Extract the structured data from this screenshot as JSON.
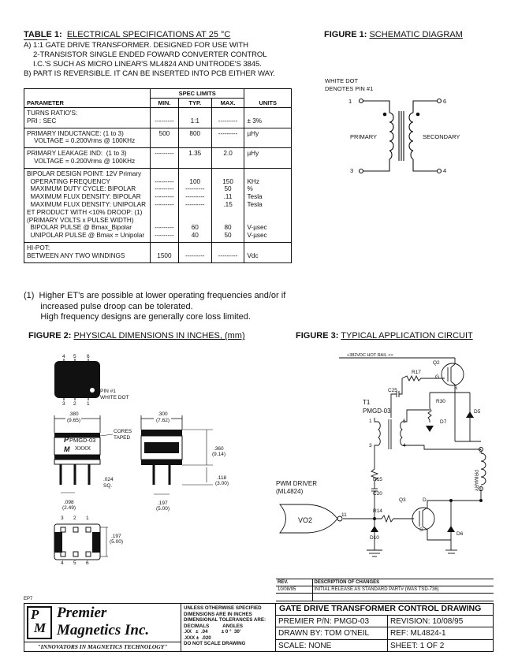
{
  "table1": {
    "title": "TABLE 1:",
    "subtitle": "ELECTRICAL SPECIFICATIONS AT 25 °C",
    "notes": [
      "A) 1:1 GATE DRIVE TRANSFORMER. DESIGNED FOR USE WITH",
      "    2-TRANSISTOR SINGLE ENDED FOWARD CONVERTER CONTROL",
      "    I.C.'S SUCH AS MICRO LINEAR'S ML4824 AND UNITRODE'S 3845.",
      "B) PART IS REVERSIBLE. IT CAN BE INSERTED INTO PCB EITHER WAY."
    ],
    "header": {
      "parameter": "PARAMETER",
      "spec_limits": "SPEC LIMITS",
      "min": "MIN.",
      "typ": "TYP.",
      "max": "MAX.",
      "units": "UNITS"
    },
    "rows": [
      {
        "param": [
          "TURNS RATIO'S:",
          "PRI : SEC"
        ],
        "min": [
          "",
          "---------"
        ],
        "typ": [
          "",
          "1:1"
        ],
        "max": [
          "",
          "---------"
        ],
        "units": [
          "",
          "± 3%"
        ]
      },
      {
        "param": [
          "PRIMARY INDUCTANCE: (1 to 3)",
          "    VOLTAGE = 0.200Vrms @ 100KHz"
        ],
        "min": [
          "500",
          ""
        ],
        "typ": [
          "800",
          ""
        ],
        "max": [
          "---------",
          ""
        ],
        "units": [
          "µHy",
          ""
        ]
      },
      {
        "param": [
          "PRIMARY LEAKAGE IND:  (1 to 3)",
          "    VOLTAGE = 0.200Vrms @ 100KHz"
        ],
        "min": [
          "---------",
          ""
        ],
        "typ": [
          "1.35",
          ""
        ],
        "max": [
          "2.0",
          ""
        ],
        "units": [
          "µHy",
          ""
        ]
      },
      {
        "param": [
          "BIPOLAR DESIGN POINT: 12V Primary",
          "  OPERATING FREQUENCY",
          "  MAXIMUM DUTY CYCLE: BIPOLAR",
          "  MAXIMUM FLUX DENSITY: BIPOLAR",
          "  MAXIMUM FLUX DENSITY: UNIPOLAR",
          "ET PRODUCT WITH <10% DROOP: (1)",
          "(PRIMARY VOLTS x PULSE WIDTH)",
          "  BIPOLAR PULSE @ Bmax_Bipolar",
          "  UNIPOLAR PULSE @ Bmax = Unipolar"
        ],
        "min": [
          "",
          "---------",
          "---------",
          "---------",
          "---------",
          "",
          "",
          "---------",
          "---------"
        ],
        "typ": [
          "",
          "100",
          "---------",
          "---------",
          "---------",
          "",
          "",
          "60",
          "40"
        ],
        "max": [
          "",
          "150",
          "50",
          ".11",
          ".15",
          "",
          "",
          "80",
          "50"
        ],
        "units": [
          "",
          "KHz",
          "%",
          "Tesla",
          "Tesla",
          "",
          "",
          "V-µsec",
          "V-µsec"
        ]
      },
      {
        "param": [
          "HI-POT:",
          "BETWEEN ANY TWO WINDINGS"
        ],
        "min": [
          "",
          "1500"
        ],
        "typ": [
          "",
          "---------"
        ],
        "max": [
          "",
          "---------"
        ],
        "units": [
          "",
          "Vdc"
        ]
      }
    ],
    "footnote": [
      "(1)  Higher ET's are possible at lower operating frequencies and/or if",
      "       increased pulse droop can be tolerated.",
      "       High frequency designs are generally core loss limited."
    ]
  },
  "figure1": {
    "title": "FIGURE 1:",
    "subtitle": "SCHEMATIC DIAGRAM",
    "note_line1": "WHITE DOT",
    "note_line2": "DENOTES PIN #1",
    "pin1": "1",
    "pin3": "3",
    "pin4": "4",
    "pin6": "6",
    "primary": "PRIMARY",
    "secondary": "SECONDARY"
  },
  "figure2": {
    "title": "FIGURE 2:",
    "subtitle": "PHYSICAL DIMENSIONS IN INCHES, (mm)",
    "top_pins": [
      "4",
      "5",
      "6"
    ],
    "bottom_pins": [
      "3",
      "2",
      "1"
    ],
    "pin_note1": "PIN #1",
    "pin_note2": "WHITE DOT",
    "dim_380": ".380",
    "dim_965": "(9.65)",
    "dim_300": ".300",
    "dim_762": "(7.62)",
    "part_no": "PMGD-03",
    "part_code": "XXXX",
    "logo_p": "P",
    "logo_m": "M",
    "cores1": "CORES",
    "cores2": "TAPED",
    "dim_360": ".360",
    "dim_914": "(9.14)",
    "dim_024": ".024",
    "dim_sq": "SQ.",
    "dim_118": ".118",
    "dim_300b": "(3.00)",
    "dim_098": ".098",
    "dim_249": "(2.49)",
    "dim_197": ".197",
    "dim_500": "(5.00)",
    "dim_197b": ".197",
    "dim_500b": "(5.00)"
  },
  "figure3": {
    "title": "FIGURE 3:",
    "subtitle": "TYPICAL APPLICATION CIRCUIT",
    "rail": "+382VDC HOT RAIL >>",
    "q2": "Q2",
    "r17": "R17",
    "c25": "C25",
    "r30": "R30",
    "d5": "D5",
    "d7": "D7",
    "t1": "T1",
    "t1part": "PMGD-03",
    "g": "G",
    "s": "S",
    "d": "D",
    "pin1": "1",
    "pin3": "3",
    "pin4": "4",
    "pin6": "6",
    "pwm1": "PWM DRIVER",
    "pwm2": "(ML4824)",
    "vo2": "VO2",
    "n11": "11",
    "r15": "R15",
    "c20": "C20",
    "r14": "R14",
    "q3": "Q3",
    "d10": "D10",
    "d6": "D6",
    "primary": "PRIMARY",
    "p3": "3",
    "p1": "1"
  },
  "revisions": {
    "col_rev": "REV.",
    "col_desc": "DESCRIPTION OF CHANGES",
    "row_date": "10/08/95",
    "row_desc": "INITIAL RELEASE AS STANDARD PART# (WAS TSD-736)"
  },
  "sheet_code": "EP7",
  "logo": {
    "p": "P",
    "m": "M",
    "name1": "Premier",
    "name2": "Magnetics Inc.",
    "tagline": "\"INNOVATORS IN MAGNETICS TECHNOLOGY\""
  },
  "tolerances": [
    "UNLESS OTHERWISE SPECIFIED",
    "DIMENSIONS ARE IN INCHES",
    "DIMENSIONAL TOLERANCES ARE:",
    "DECIMALS          ANGLES",
    ".XX   ±  .04          ± 0 °  30'",
    ".XXX ±  .020",
    "DO NOT SCALE DRAWING"
  ],
  "title_block": {
    "title": "GATE DRIVE TRANSFORMER CONTROL DRAWING",
    "part": "PREMIER P/N: PMGD-03",
    "revision": "REVISION: 10/08/95",
    "drawn": "DRAWN BY: TOM O'NEIL",
    "ref": "REF: ML4824-1",
    "scale": "SCALE: NONE",
    "sheet": "SHEET: 1 OF 2"
  }
}
